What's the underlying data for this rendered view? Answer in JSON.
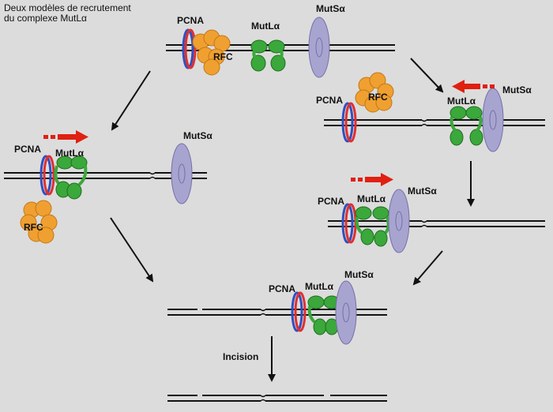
{
  "title": {
    "line1": "Deux modèles de recrutement",
    "line2": "du complexe MutLα"
  },
  "labels": {
    "pcna": "PCNA",
    "rfc": "RFC",
    "mutl": "MutLα",
    "muts": "MutSα",
    "incision": "Incision"
  },
  "colors": {
    "background": "#dcdcdc",
    "dna": "#111111",
    "mutl": "#3aa83a",
    "rfc": "#f0a030",
    "muts": "#a8a4d0",
    "pcna_red": "#e03030",
    "pcna_blue": "#3050c0",
    "arrow_red": "#e02010"
  }
}
